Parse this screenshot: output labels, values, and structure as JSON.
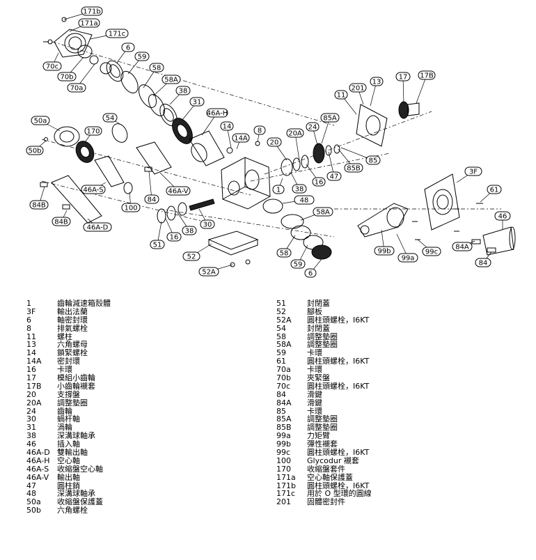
{
  "callouts": [
    {
      "id": "171b"
    },
    {
      "id": "171a"
    },
    {
      "id": "171c"
    },
    {
      "id": "6"
    },
    {
      "id": "59"
    },
    {
      "id": "58"
    },
    {
      "id": "58A"
    },
    {
      "id": "38"
    },
    {
      "id": "31"
    },
    {
      "id": "46A-H"
    },
    {
      "id": "70c"
    },
    {
      "id": "70b"
    },
    {
      "id": "70a"
    },
    {
      "id": "50a"
    },
    {
      "id": "50b"
    },
    {
      "id": "54"
    },
    {
      "id": "170"
    },
    {
      "id": "14"
    },
    {
      "id": "14A"
    },
    {
      "id": "8"
    },
    {
      "id": "20A"
    },
    {
      "id": "24"
    },
    {
      "id": "85A"
    },
    {
      "id": "11"
    },
    {
      "id": "201"
    },
    {
      "id": "13"
    },
    {
      "id": "17"
    },
    {
      "id": "17B"
    },
    {
      "id": "20"
    },
    {
      "id": "47"
    },
    {
      "id": "85B"
    },
    {
      "id": "85"
    },
    {
      "id": "16"
    },
    {
      "id": "38"
    },
    {
      "id": "1"
    },
    {
      "id": "48"
    },
    {
      "id": "58A"
    },
    {
      "id": "3F"
    },
    {
      "id": "61"
    },
    {
      "id": "46"
    },
    {
      "id": "46A-S"
    },
    {
      "id": "46A-V"
    },
    {
      "id": "84"
    },
    {
      "id": "100"
    },
    {
      "id": "84B"
    },
    {
      "id": "84B"
    },
    {
      "id": "46A-D"
    },
    {
      "id": "30"
    },
    {
      "id": "38"
    },
    {
      "id": "16"
    },
    {
      "id": "51"
    },
    {
      "id": "52"
    },
    {
      "id": "52A"
    },
    {
      "id": "58"
    },
    {
      "id": "59"
    },
    {
      "id": "6"
    },
    {
      "id": "99b"
    },
    {
      "id": "99a"
    },
    {
      "id": "99c"
    },
    {
      "id": "84A"
    },
    {
      "id": "84"
    }
  ],
  "legend_left": [
    {
      "code": "1",
      "desc": "齒輪減速箱殼體"
    },
    {
      "code": "3F",
      "desc": "輸出法蘭"
    },
    {
      "code": "6",
      "desc": "軸密封環"
    },
    {
      "code": "8",
      "desc": "排氣螺栓"
    },
    {
      "code": "11",
      "desc": "螺柱"
    },
    {
      "code": "13",
      "desc": "六角螺母"
    },
    {
      "code": "14",
      "desc": "鎖緊螺栓"
    },
    {
      "code": "14A",
      "desc": "密封環"
    },
    {
      "code": "16",
      "desc": "卡環"
    },
    {
      "code": "17",
      "desc": "模組小齒輪"
    },
    {
      "code": "17B",
      "desc": "小齒輪襯套"
    },
    {
      "code": "20",
      "desc": "支撐盤"
    },
    {
      "code": "20A",
      "desc": "調整墊圈"
    },
    {
      "code": "24",
      "desc": "齒輪"
    },
    {
      "code": "30",
      "desc": "蝸杆軸"
    },
    {
      "code": "31",
      "desc": "渦輪"
    },
    {
      "code": "38",
      "desc": "深溝球軸承"
    },
    {
      "code": "46",
      "desc": "插入軸"
    },
    {
      "code": "46A-D",
      "desc": "雙輸出軸"
    },
    {
      "code": "46A-H",
      "desc": "空心軸"
    },
    {
      "code": "46A-S",
      "desc": "收縮盤空心軸"
    },
    {
      "code": "46A-V",
      "desc": "輸出軸"
    },
    {
      "code": "47",
      "desc": "圓柱銷"
    },
    {
      "code": "48",
      "desc": "深溝球軸承"
    },
    {
      "code": "50a",
      "desc": "收縮盤保護蓋"
    },
    {
      "code": "50b",
      "desc": "六角螺栓"
    }
  ],
  "legend_right": [
    {
      "code": "51",
      "desc": "封閉蓋"
    },
    {
      "code": "52",
      "desc": "腳板"
    },
    {
      "code": "52A",
      "desc": "圓柱頭螺栓，I6KT"
    },
    {
      "code": "54",
      "desc": "封閉蓋"
    },
    {
      "code": "58",
      "desc": "調整墊圈"
    },
    {
      "code": "58A",
      "desc": "調整墊圈"
    },
    {
      "code": "59",
      "desc": "卡環"
    },
    {
      "code": "61",
      "desc": "圓柱頭螺栓，I6KT"
    },
    {
      "code": "70a",
      "desc": "卡環"
    },
    {
      "code": "70b",
      "desc": "夾緊盤"
    },
    {
      "code": "70c",
      "desc": "圓柱頭螺栓，I6KT"
    },
    {
      "code": "84",
      "desc": "滑鍵"
    },
    {
      "code": "84A",
      "desc": "滑鍵"
    },
    {
      "code": "85",
      "desc": "卡環"
    },
    {
      "code": "85A",
      "desc": "調整墊圈"
    },
    {
      "code": "85B",
      "desc": "調整墊圈"
    },
    {
      "code": "99a",
      "desc": "力矩臂"
    },
    {
      "code": "99b",
      "desc": "彈性襯套"
    },
    {
      "code": "99c",
      "desc": "圓柱頭螺栓，I6KT"
    },
    {
      "code": "100",
      "desc": "Glycodur 襯套"
    },
    {
      "code": "170",
      "desc": "收縮盤套件"
    },
    {
      "code": "171a",
      "desc": "空心軸保護蓋"
    },
    {
      "code": "171b",
      "desc": "圓柱頭螺栓，I6KT"
    },
    {
      "code": "171c",
      "desc": "用於 O 型環的圓線"
    },
    {
      "code": "201",
      "desc": "固體密封件"
    }
  ]
}
